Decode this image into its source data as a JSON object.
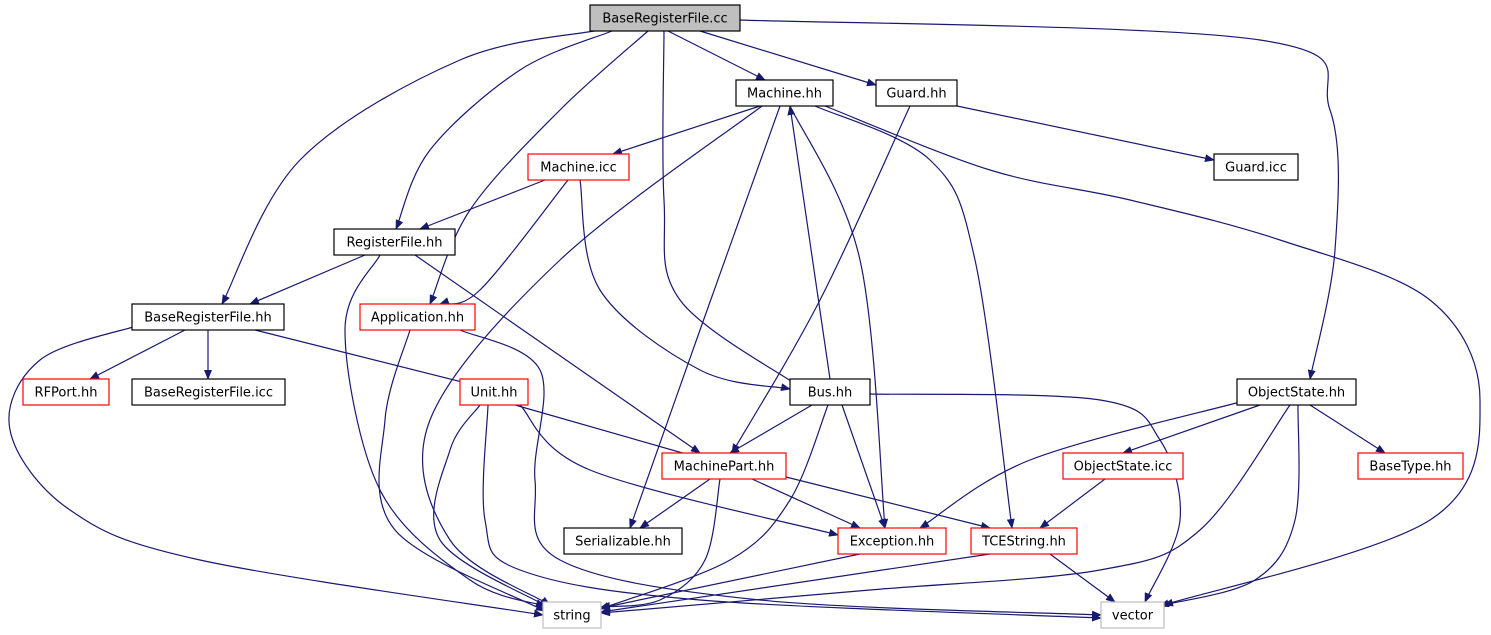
{
  "colors": {
    "edge": "#191970",
    "root_fill": "#bfbfbf",
    "fill": "#ffffff",
    "border_normal": "#000000",
    "border_truncated": "#ff0000",
    "border_external": "#bfbfbf",
    "text": "#000000"
  },
  "nodes": [
    {
      "id": "n_base_cc",
      "label": "BaseRegisterFile.cc",
      "kind": "root"
    },
    {
      "id": "n_machine_hh",
      "label": "Machine.hh",
      "kind": "normal"
    },
    {
      "id": "n_guard_hh",
      "label": "Guard.hh",
      "kind": "normal"
    },
    {
      "id": "n_machine_icc",
      "label": "Machine.icc",
      "kind": "truncated"
    },
    {
      "id": "n_guard_icc",
      "label": "Guard.icc",
      "kind": "normal"
    },
    {
      "id": "n_registerfile_hh",
      "label": "RegisterFile.hh",
      "kind": "normal"
    },
    {
      "id": "n_base_hh",
      "label": "BaseRegisterFile.hh",
      "kind": "normal"
    },
    {
      "id": "n_application_hh",
      "label": "Application.hh",
      "kind": "truncated"
    },
    {
      "id": "n_rfport_hh",
      "label": "RFPort.hh",
      "kind": "truncated"
    },
    {
      "id": "n_base_icc",
      "label": "BaseRegisterFile.icc",
      "kind": "normal"
    },
    {
      "id": "n_unit_hh",
      "label": "Unit.hh",
      "kind": "truncated"
    },
    {
      "id": "n_bus_hh",
      "label": "Bus.hh",
      "kind": "normal"
    },
    {
      "id": "n_objectstate_hh",
      "label": "ObjectState.hh",
      "kind": "normal"
    },
    {
      "id": "n_machinepart_hh",
      "label": "MachinePart.hh",
      "kind": "truncated"
    },
    {
      "id": "n_objectstate_icc",
      "label": "ObjectState.icc",
      "kind": "truncated"
    },
    {
      "id": "n_basetype_hh",
      "label": "BaseType.hh",
      "kind": "truncated"
    },
    {
      "id": "n_serializable_hh",
      "label": "Serializable.hh",
      "kind": "normal"
    },
    {
      "id": "n_exception_hh",
      "label": "Exception.hh",
      "kind": "truncated"
    },
    {
      "id": "n_tcestring_hh",
      "label": "TCEString.hh",
      "kind": "truncated"
    },
    {
      "id": "n_string",
      "label": "string",
      "kind": "external"
    },
    {
      "id": "n_vector",
      "label": "vector",
      "kind": "external"
    }
  ],
  "edges": [
    {
      "from": "n_base_cc",
      "to": "n_base_hh"
    },
    {
      "from": "n_base_cc",
      "to": "n_registerfile_hh"
    },
    {
      "from": "n_base_cc",
      "to": "n_application_hh"
    },
    {
      "from": "n_base_cc",
      "to": "n_machine_hh"
    },
    {
      "from": "n_base_cc",
      "to": "n_guard_hh"
    },
    {
      "from": "n_base_cc",
      "to": "n_bus_hh"
    },
    {
      "from": "n_base_cc",
      "to": "n_objectstate_hh"
    },
    {
      "from": "n_machine_hh",
      "to": "n_machine_icc"
    },
    {
      "from": "n_machine_hh",
      "to": "n_string"
    },
    {
      "from": "n_machine_hh",
      "to": "n_serializable_hh"
    },
    {
      "from": "n_machine_hh",
      "to": "n_exception_hh"
    },
    {
      "from": "n_machine_hh",
      "to": "n_tcestring_hh"
    },
    {
      "from": "n_machine_hh",
      "to": "n_vector"
    },
    {
      "from": "n_guard_hh",
      "to": "n_guard_icc"
    },
    {
      "from": "n_guard_hh",
      "to": "n_machinepart_hh"
    },
    {
      "from": "n_machine_icc",
      "to": "n_registerfile_hh"
    },
    {
      "from": "n_machine_icc",
      "to": "n_application_hh"
    },
    {
      "from": "n_machine_icc",
      "to": "n_bus_hh"
    },
    {
      "from": "n_registerfile_hh",
      "to": "n_base_hh"
    },
    {
      "from": "n_registerfile_hh",
      "to": "n_machinepart_hh"
    },
    {
      "from": "n_registerfile_hh",
      "to": "n_string"
    },
    {
      "from": "n_base_hh",
      "to": "n_rfport_hh"
    },
    {
      "from": "n_base_hh",
      "to": "n_base_icc"
    },
    {
      "from": "n_base_hh",
      "to": "n_unit_hh"
    },
    {
      "from": "n_base_hh",
      "to": "n_string"
    },
    {
      "from": "n_application_hh",
      "to": "n_string"
    },
    {
      "from": "n_application_hh",
      "to": "n_vector"
    },
    {
      "from": "n_unit_hh",
      "to": "n_machinepart_hh"
    },
    {
      "from": "n_unit_hh",
      "to": "n_exception_hh"
    },
    {
      "from": "n_unit_hh",
      "to": "n_string"
    },
    {
      "from": "n_unit_hh",
      "to": "n_vector"
    },
    {
      "from": "n_bus_hh",
      "to": "n_machine_hh"
    },
    {
      "from": "n_bus_hh",
      "to": "n_machinepart_hh"
    },
    {
      "from": "n_bus_hh",
      "to": "n_exception_hh"
    },
    {
      "from": "n_bus_hh",
      "to": "n_string"
    },
    {
      "from": "n_bus_hh",
      "to": "n_vector"
    },
    {
      "from": "n_objectstate_hh",
      "to": "n_objectstate_icc"
    },
    {
      "from": "n_objectstate_hh",
      "to": "n_basetype_hh"
    },
    {
      "from": "n_objectstate_hh",
      "to": "n_exception_hh"
    },
    {
      "from": "n_objectstate_hh",
      "to": "n_string"
    },
    {
      "from": "n_objectstate_hh",
      "to": "n_vector"
    },
    {
      "from": "n_objectstate_icc",
      "to": "n_tcestring_hh"
    },
    {
      "from": "n_machinepart_hh",
      "to": "n_serializable_hh"
    },
    {
      "from": "n_machinepart_hh",
      "to": "n_exception_hh"
    },
    {
      "from": "n_machinepart_hh",
      "to": "n_tcestring_hh"
    },
    {
      "from": "n_machinepart_hh",
      "to": "n_string"
    },
    {
      "from": "n_exception_hh",
      "to": "n_string"
    },
    {
      "from": "n_tcestring_hh",
      "to": "n_string"
    },
    {
      "from": "n_tcestring_hh",
      "to": "n_vector"
    }
  ]
}
